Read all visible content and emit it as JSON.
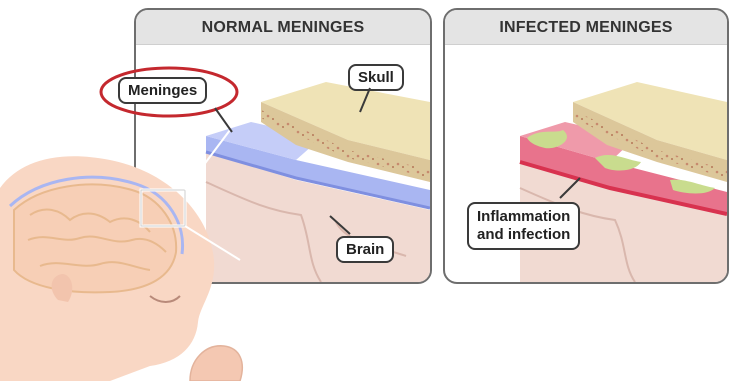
{
  "panels": {
    "normal": {
      "title": "NORMAL MENINGES"
    },
    "infected": {
      "title": "INFECTED MENINGES"
    }
  },
  "labels": {
    "meninges": "Meninges",
    "skull": "Skull",
    "brain": "Brain",
    "inflammation_line1": "Inflammation",
    "inflammation_line2": "and infection"
  },
  "colors": {
    "meninges_normal": "#a9b6f2",
    "meninges_infected": "#e8738c",
    "inflammation_patch": "#c9dc8e",
    "skull": "#efe3b6",
    "skull_pores": "#c78a6e",
    "brain_tissue": "#f1dad2",
    "baby_skin": "#f9d7c4",
    "brain_outline": "#e8b98e",
    "highlight_ring": "#c4282e"
  },
  "icons": [
    "baby-head-illustration",
    "brain-cross-section-normal",
    "brain-cross-section-infected",
    "zoom-box"
  ]
}
